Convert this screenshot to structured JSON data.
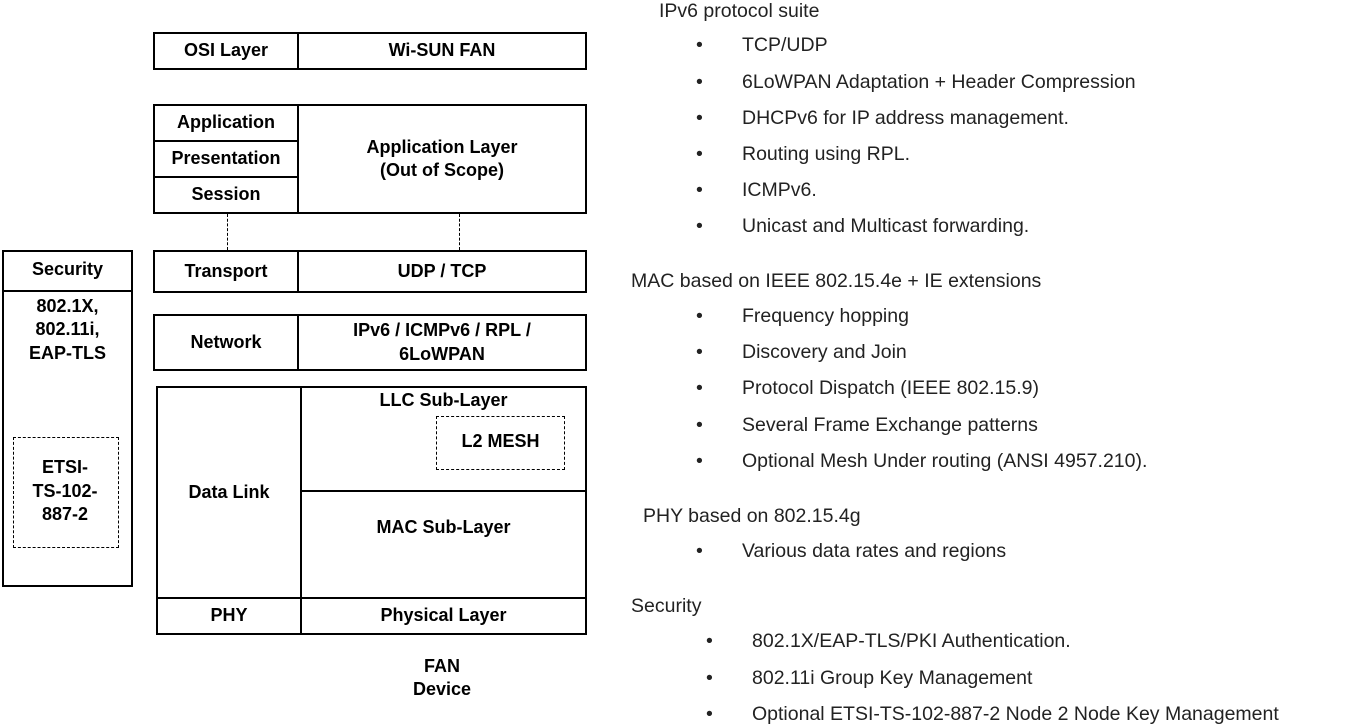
{
  "diagram": {
    "header": {
      "osi": "OSI Layer",
      "fan": "Wi-SUN FAN"
    },
    "application": {
      "layers": [
        "Application",
        "Presentation",
        "Session"
      ],
      "fan": "Application Layer\n(Out of Scope)"
    },
    "transport": {
      "osi": "Transport",
      "fan": "UDP / TCP"
    },
    "network": {
      "osi": "Network",
      "fan": "IPv6 / ICMPv6 / RPL /\n6LoWPAN"
    },
    "datalink": {
      "osi": "Data Link",
      "llc": "LLC Sub-Layer",
      "mesh": "L2 MESH",
      "mac": "MAC Sub-Layer"
    },
    "phy": {
      "osi": "PHY",
      "fan": "Physical Layer"
    },
    "caption": "FAN\nDevice",
    "security": {
      "title": "Security",
      "protocols": "802.1X,\n802.11i,\nEAP-TLS",
      "etsi": "ETSI-\nTS-102-\n887-2"
    }
  },
  "notes": {
    "ipv6": {
      "heading": "IPv6 protocol suite",
      "items": [
        "TCP/UDP",
        "6LoWPAN Adaptation + Header Compression",
        "DHCPv6 for IP address management.",
        "Routing using RPL.",
        "ICMPv6.",
        "Unicast and Multicast forwarding."
      ]
    },
    "mac": {
      "heading": "MAC based on IEEE 802.15.4e + IE extensions",
      "items": [
        "Frequency hopping",
        "Discovery and Join",
        "Protocol Dispatch (IEEE 802.15.9)",
        "Several Frame Exchange patterns",
        "Optional Mesh Under routing (ANSI 4957.210)."
      ]
    },
    "phy": {
      "heading": "PHY based on 802.15.4g",
      "items": [
        "Various data rates and regions"
      ]
    },
    "security": {
      "heading": "Security",
      "items": [
        "802.1X/EAP-TLS/PKI  Authentication.",
        "802.11i Group Key Management",
        "Optional ETSI-TS-102-887-2 Node 2 Node Key Management"
      ]
    }
  }
}
